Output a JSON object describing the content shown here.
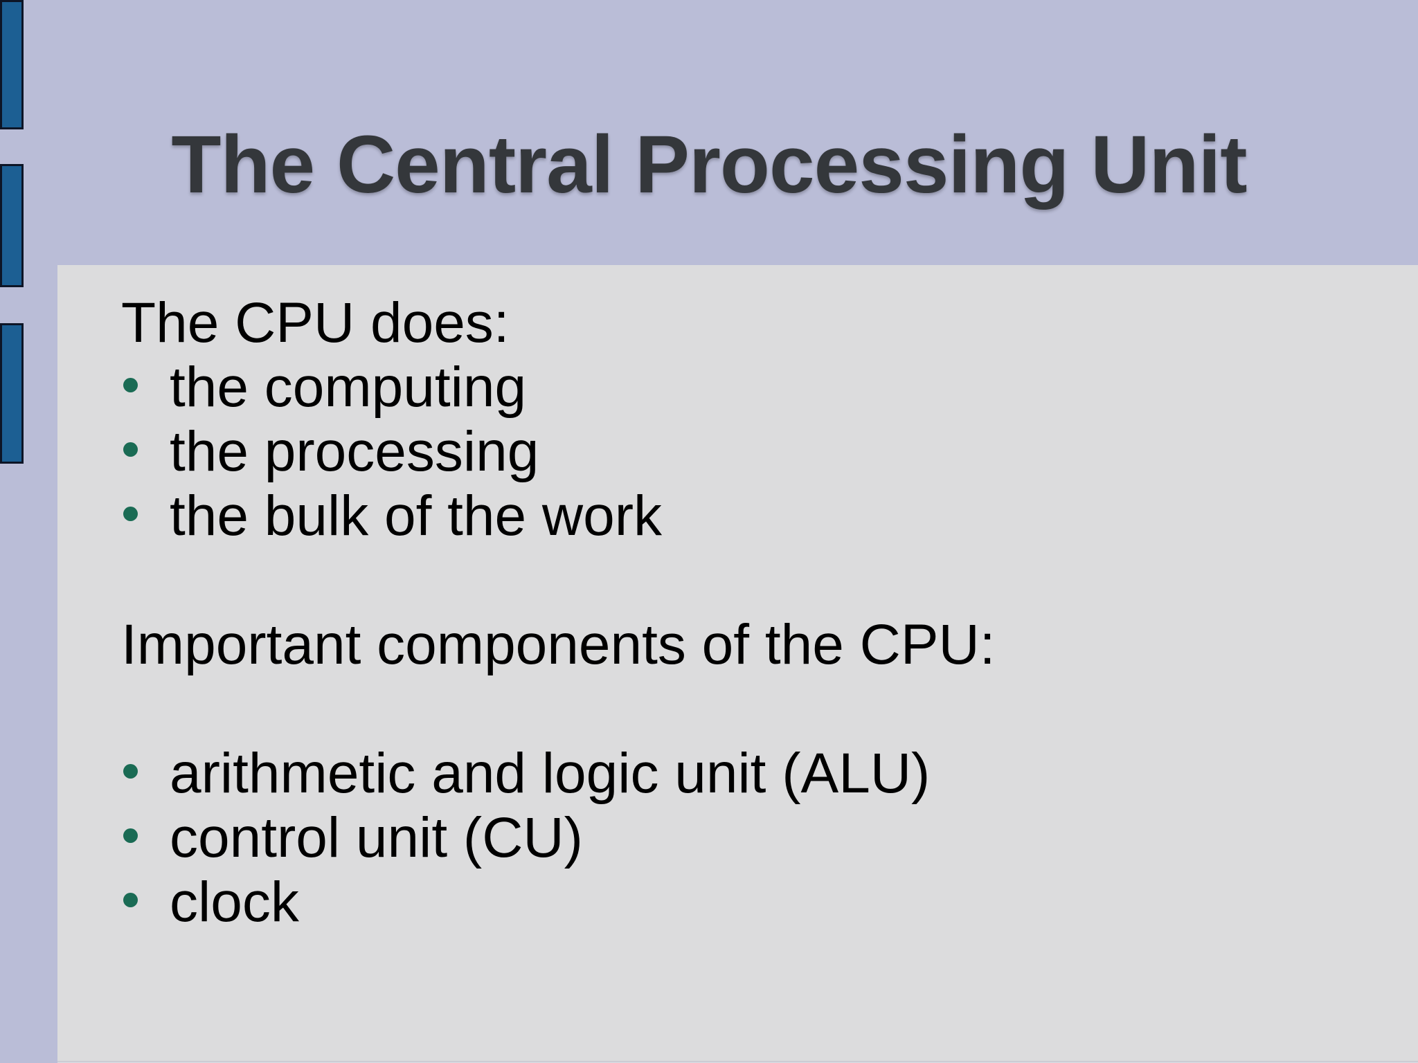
{
  "slide": {
    "title": "The Central Processing Unit",
    "body": {
      "lines": [
        {
          "type": "text",
          "text": "The CPU does:"
        },
        {
          "type": "bullet",
          "text": "the computing"
        },
        {
          "type": "bullet",
          "text": "the processing"
        },
        {
          "type": "bullet",
          "text": "the bulk of the work"
        },
        {
          "type": "blank",
          "text": ""
        },
        {
          "type": "text",
          "text": "Important components of the CPU:"
        },
        {
          "type": "blank",
          "text": ""
        },
        {
          "type": "bullet",
          "text": "arithmetic and logic unit (ALU)"
        },
        {
          "type": "bullet",
          "text": "control unit (CU)"
        },
        {
          "type": "bullet",
          "text": "clock"
        }
      ]
    },
    "colors": {
      "background": "#babdd7",
      "panel": "#dcdcdd",
      "accent_bar": "#1c5f93",
      "bullet": "#1a6b54",
      "title_text": "#34373b",
      "body_text": "#000000"
    }
  }
}
